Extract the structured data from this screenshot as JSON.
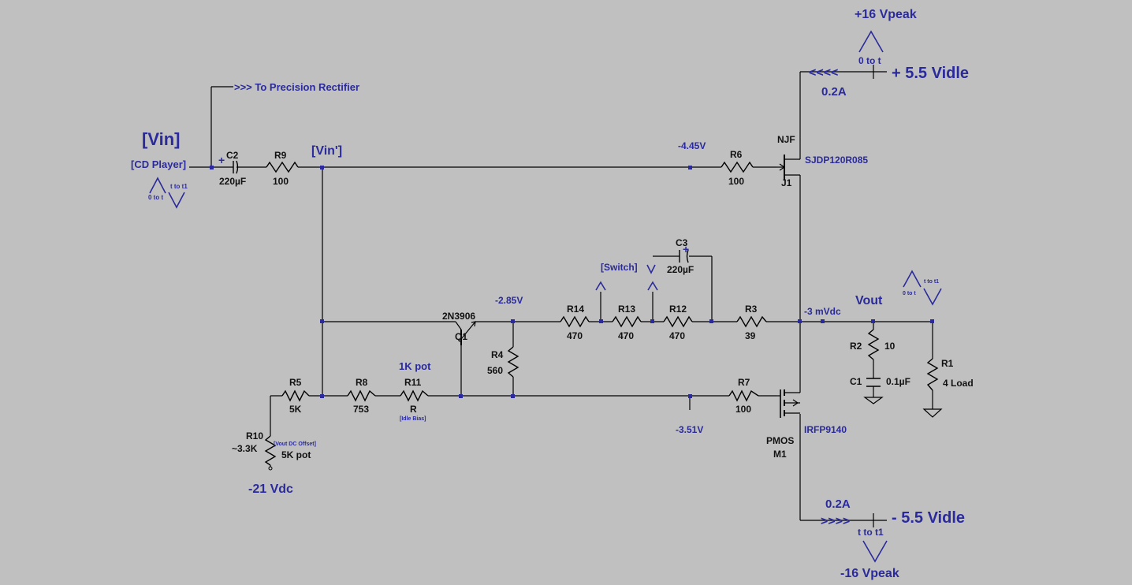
{
  "source": {
    "net_label": "[Vin]",
    "sub_label": "[CD Player]",
    "wave_left": "0 to t",
    "wave_right": "t to t1"
  },
  "rectifier_label": ">>> To Precision Rectifier",
  "vin_prime_label": "[Vin']",
  "components": {
    "c2": {
      "name": "C2",
      "value": "220µF"
    },
    "r9": {
      "name": "R9",
      "value": "100"
    },
    "r6": {
      "name": "R6",
      "value": "100"
    },
    "j1": {
      "type": "NJF",
      "model": "SJDP120R085",
      "name": "J1"
    },
    "q1": {
      "model": "2N3906",
      "name": "Q1"
    },
    "r4": {
      "name": "R4",
      "value": "560"
    },
    "r14": {
      "name": "R14",
      "value": "470"
    },
    "r13": {
      "name": "R13",
      "value": "470"
    },
    "r12": {
      "name": "R12",
      "value": "470"
    },
    "r3": {
      "name": "R3",
      "value": "39"
    },
    "c3": {
      "name": "C3",
      "value": "220µF"
    },
    "r5": {
      "name": "R5",
      "value": "5K"
    },
    "r8": {
      "name": "R8",
      "value": "753"
    },
    "r11": {
      "name": "R11",
      "value": "R",
      "note": "[Idle Bias]",
      "pot_label": "1K pot"
    },
    "r7": {
      "name": "R7",
      "value": "100"
    },
    "m1": {
      "type": "PMOS",
      "model": "IRFP9140",
      "name": "M1"
    },
    "r10": {
      "name": "R10",
      "value": "~3.3K",
      "note": "[Vout DC Offset]",
      "pot_label": "5K pot"
    },
    "r2": {
      "name": "R2",
      "value": "10"
    },
    "c1": {
      "name": "C1",
      "value": "0.1µF"
    },
    "r1": {
      "name": "R1",
      "value": "4 Load"
    }
  },
  "node_voltages": {
    "j1_gate": "-4.45V",
    "q1_collector": "-2.85V",
    "m1_gate": "-3.51V",
    "output": "-3 mVdc"
  },
  "switch_label": "[Switch]",
  "output": {
    "label": "Vout",
    "wave_left": "0 to t",
    "wave_right": "t to t1"
  },
  "supply_pos": {
    "peak": "+16 Vpeak",
    "idle": "+ 5.5 Vidle",
    "current": "0.2A",
    "time": "0   to t",
    "arrows": "<<<<"
  },
  "supply_neg": {
    "peak": "-16 Vpeak",
    "idle": "- 5.5 Vidle",
    "current": "0.2A",
    "time": "t  to t1",
    "arrows": ">>>>"
  },
  "bias_supply": "-21 Vdc"
}
